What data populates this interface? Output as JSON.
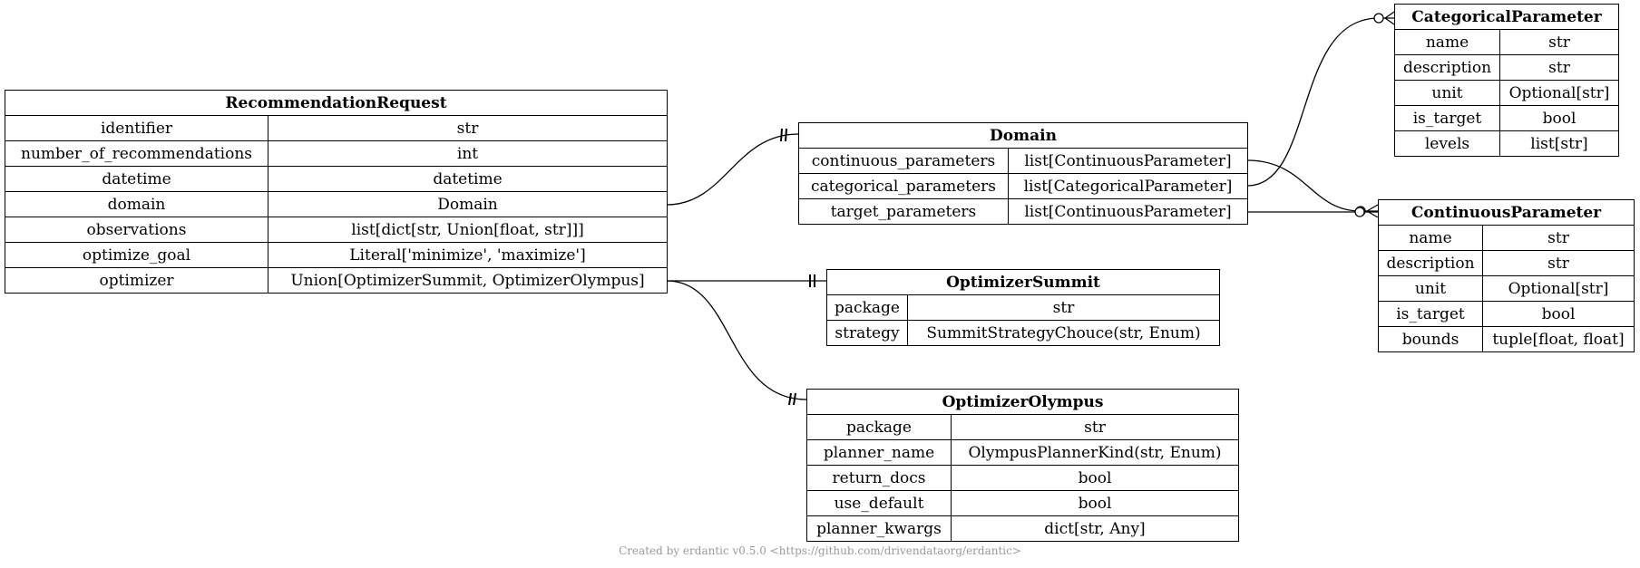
{
  "entities": {
    "recommendation_request": {
      "title": "RecommendationRequest",
      "rows": [
        [
          "identifier",
          "str"
        ],
        [
          "number_of_recommendations",
          "int"
        ],
        [
          "datetime",
          "datetime"
        ],
        [
          "domain",
          "Domain"
        ],
        [
          "observations",
          "list[dict[str, Union[float, str]]]"
        ],
        [
          "optimize_goal",
          "Literal['minimize', 'maximize']"
        ],
        [
          "optimizer",
          "Union[OptimizerSummit, OptimizerOlympus]"
        ]
      ]
    },
    "domain": {
      "title": "Domain",
      "rows": [
        [
          "continuous_parameters",
          "list[ContinuousParameter]"
        ],
        [
          "categorical_parameters",
          "list[CategoricalParameter]"
        ],
        [
          "target_parameters",
          "list[ContinuousParameter]"
        ]
      ]
    },
    "optimizer_summit": {
      "title": "OptimizerSummit",
      "rows": [
        [
          "package",
          "str"
        ],
        [
          "strategy",
          "SummitStrategyChouce(str, Enum)"
        ]
      ]
    },
    "optimizer_olympus": {
      "title": "OptimizerOlympus",
      "rows": [
        [
          "package",
          "str"
        ],
        [
          "planner_name",
          "OlympusPlannerKind(str, Enum)"
        ],
        [
          "return_docs",
          "bool"
        ],
        [
          "use_default",
          "bool"
        ],
        [
          "planner_kwargs",
          "dict[str, Any]"
        ]
      ]
    },
    "categorical_parameter": {
      "title": "CategoricalParameter",
      "rows": [
        [
          "name",
          "str"
        ],
        [
          "description",
          "str"
        ],
        [
          "unit",
          "Optional[str]"
        ],
        [
          "is_target",
          "bool"
        ],
        [
          "levels",
          "list[str]"
        ]
      ]
    },
    "continuous_parameter": {
      "title": "ContinuousParameter",
      "rows": [
        [
          "name",
          "str"
        ],
        [
          "description",
          "str"
        ],
        [
          "unit",
          "Optional[str]"
        ],
        [
          "is_target",
          "bool"
        ],
        [
          "bounds",
          "tuple[float, float]"
        ]
      ]
    }
  },
  "footer": "Created by erdantic v0.5.0 <https://github.com/drivendataorg/erdantic>"
}
